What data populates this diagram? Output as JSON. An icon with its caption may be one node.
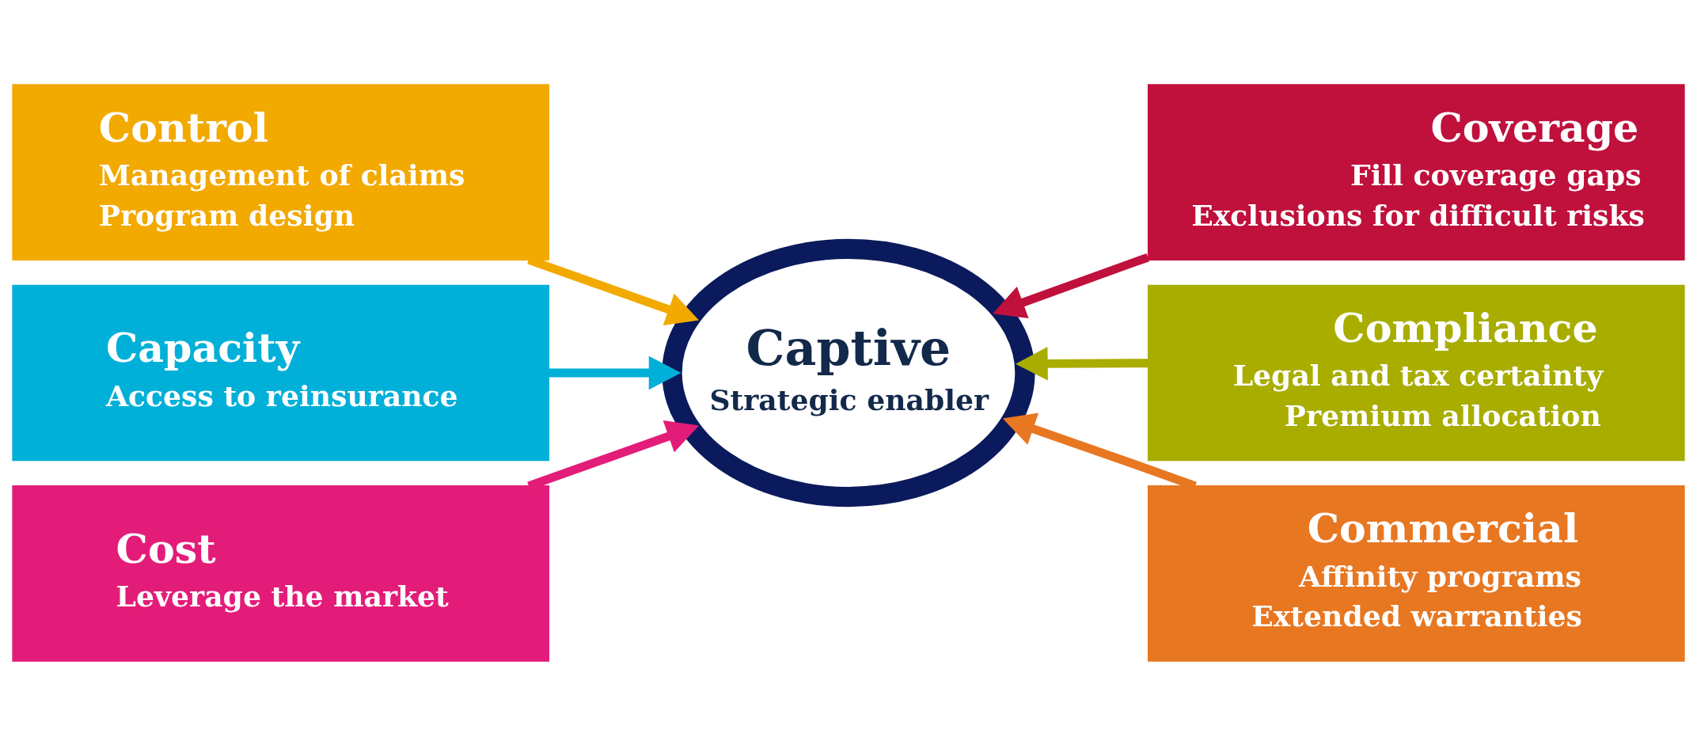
{
  "diagram": {
    "nodes": [
      {
        "text": [
          "Control",
          "Management of claims",
          "Program design"
        ]
      },
      {
        "text": [
          "Coverage",
          "Fill coverage gaps",
          "Exclusions for difficult risks"
        ]
      },
      {
        "text": [
          "Capacity",
          "Access to reinsurance"
        ]
      },
      {
        "text": [
          "Captive",
          "Strategic enabler"
        ]
      },
      {
        "text": [
          "Compliance",
          "Legal and tax certainty",
          "Premium allocation"
        ]
      },
      {
        "text": [
          "Cost",
          "Leverage the market"
        ]
      },
      {
        "text": [
          "Commercial",
          "Affinity programs",
          "Extended warranties"
        ]
      }
    ],
    "edges": [
      {
        "from": 0,
        "to": 3,
        "arrow": "to",
        "color": "#f2a900"
      },
      {
        "from": 1,
        "to": 3,
        "arrow": "to",
        "color": "#c0103c"
      },
      {
        "from": 2,
        "to": 3,
        "arrow": "to",
        "color": "#00b0d8"
      },
      {
        "from": 4,
        "to": 3,
        "arrow": "to",
        "color": "#a8ad00"
      },
      {
        "from": 5,
        "to": 3,
        "arrow": "to",
        "color": "#e31c79"
      },
      {
        "from": 6,
        "to": 3,
        "arrow": "to",
        "color": "#e87722"
      }
    ]
  }
}
